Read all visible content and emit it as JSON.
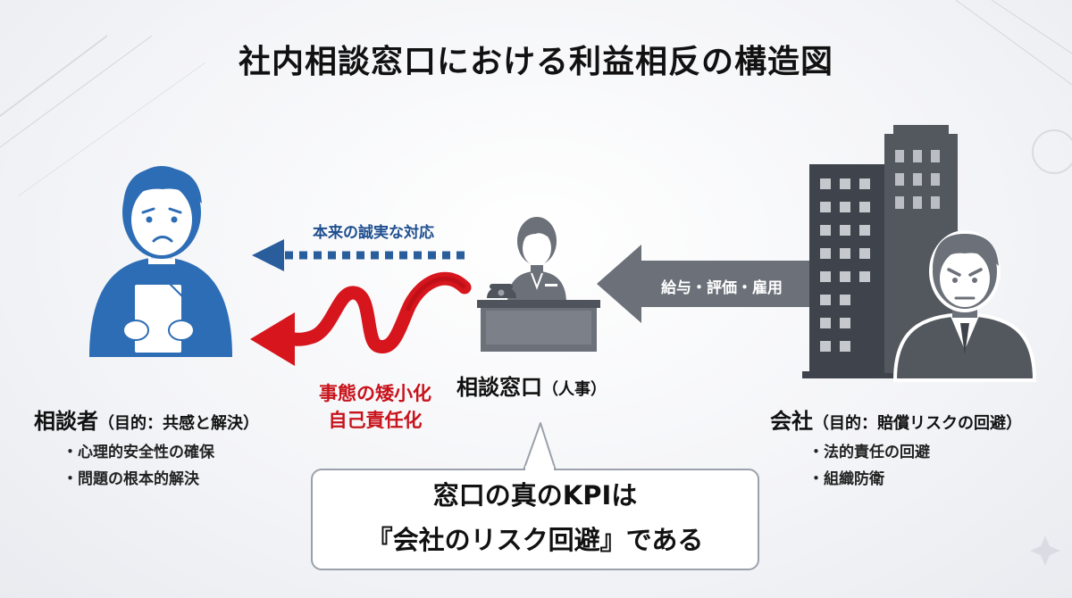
{
  "title": "社内相談窓口における利益相反の構造図",
  "flows": {
    "honest_response": "本来の誠実な対応",
    "distortion_line1": "事態の矮小化",
    "distortion_line2": "自己責任化",
    "pressure": "給与・評価・雇用"
  },
  "consultee": {
    "name": "相談者",
    "purpose": "（目的：共感と解決）",
    "needs": [
      "心理的安全性の確保",
      "問題の根本的解決"
    ]
  },
  "desk": {
    "name": "相談窓口",
    "role": "（人事）"
  },
  "company": {
    "name": "会社",
    "purpose": "（目的：賠償リスクの回避）",
    "needs": [
      "法的責任の回避",
      "組織防衛"
    ]
  },
  "kpi": {
    "line1": "窓口の真のKPIは",
    "line2": "『会社のリスク回避』である"
  },
  "colors": {
    "person_blue": "#2d6db5",
    "honest_arrow": "#2a5d9c",
    "distortion_red": "#d7151d",
    "pressure_gray": "#6b7079",
    "building_dark": "#3f444c"
  }
}
